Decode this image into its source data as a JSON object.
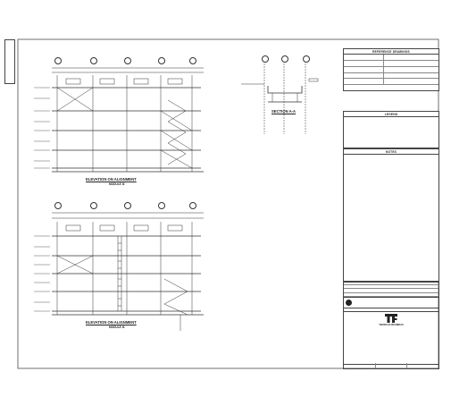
{
  "sheet": {
    "side_note": "",
    "stamp_text": ""
  },
  "reference_drawings": {
    "title": "REFERENCE DRAWINGS",
    "headers": [
      "",
      ""
    ],
    "rows": [
      [
        "",
        ""
      ],
      [
        "",
        ""
      ],
      [
        "",
        ""
      ],
      [
        "",
        ""
      ]
    ]
  },
  "legend": {
    "title": "LEGEND",
    "rows": [
      {
        "key": "",
        "text": ""
      },
      {
        "key": "",
        "text": ""
      },
      {
        "key": "",
        "text": ""
      },
      {
        "key": "",
        "text": ""
      }
    ]
  },
  "notes": {
    "title": "NOTES",
    "items": [
      ""
    ]
  },
  "views": {
    "elevation_top": {
      "title": "ELEVATION ON ALIGNMENT",
      "subtitle": "MODULE III"
    },
    "elevation_bottom": {
      "title": "ELEVATION ON ALIGNMENT",
      "subtitle": "MODULE III"
    },
    "section": {
      "title": "SECTION A-A"
    }
  },
  "title_block": {
    "revisions": [
      [
        "",
        "",
        "",
        ""
      ],
      [
        "",
        "",
        "",
        ""
      ],
      [
        "",
        "",
        "",
        ""
      ],
      [
        "",
        "",
        "",
        ""
      ]
    ],
    "client": {
      "line1": "",
      "line2": ""
    },
    "project": {
      "line1": "",
      "line2": "",
      "line3": "",
      "line4": ""
    },
    "contractor": {
      "name": "TECNICAS REUNIDAS"
    },
    "drawing_no": ""
  },
  "colors": {
    "line": "#333333",
    "hatch": "#888888"
  }
}
